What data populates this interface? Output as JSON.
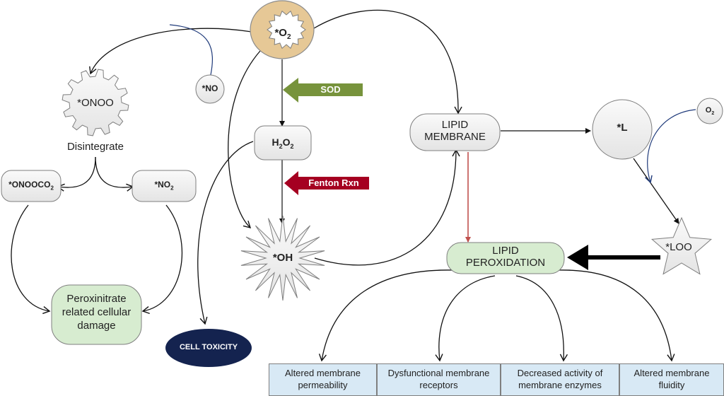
{
  "nodes": {
    "superoxide": {
      "label": "*O",
      "sub": "2"
    },
    "nitric_oxide": {
      "label": "*NO"
    },
    "peroxynitrite": {
      "label": "*ONOO"
    },
    "disintegrate": {
      "label": "Disintegrate"
    },
    "onoocO2": {
      "label": "*ONOOCO",
      "sub": "2"
    },
    "no2": {
      "label": "*NO",
      "sub": "2"
    },
    "peroxynitrite_damage": {
      "line1": "Peroxinitrate",
      "line2": "related cellular",
      "line3": "damage"
    },
    "h2o2": {
      "p1": "H",
      "s1": "2",
      "p2": "O",
      "s2": "2"
    },
    "hydroxyl": {
      "label": "*OH"
    },
    "cell_toxicity": {
      "label": "CELL TOXICITY"
    },
    "lipid_membrane": {
      "line1": "LIPID",
      "line2": "MEMBRANE"
    },
    "lipid_radical": {
      "label": "*L"
    },
    "oxygen": {
      "label": "O",
      "sub": "2"
    },
    "lipid_peroxyl": {
      "label": "*LOO"
    },
    "lipid_peroxidation": {
      "line1": "LIPID",
      "line2": "PEROXIDATION"
    }
  },
  "enzymes": {
    "sod": {
      "label": "SOD",
      "color": "#77933c"
    },
    "fenton": {
      "label": "Fenton Rxn",
      "color": "#a50021"
    }
  },
  "outcomes": [
    {
      "line1": "Altered membrane",
      "line2": "permeability"
    },
    {
      "line1": "Dysfunctional membrane",
      "line2": "receptors"
    },
    {
      "line1": "Decreased activity of",
      "line2": "membrane enzymes"
    },
    {
      "line1": "Altered membrane",
      "line2": "fluidity"
    }
  ],
  "colors": {
    "superoxide_fill": "#e6c896",
    "green_node": "#d7ecd0",
    "navy_node": "#14234f",
    "outcome_fill": "#d8e9f5",
    "blue_arrow": "#1f3a7a",
    "red_arrow": "#c0504d"
  }
}
